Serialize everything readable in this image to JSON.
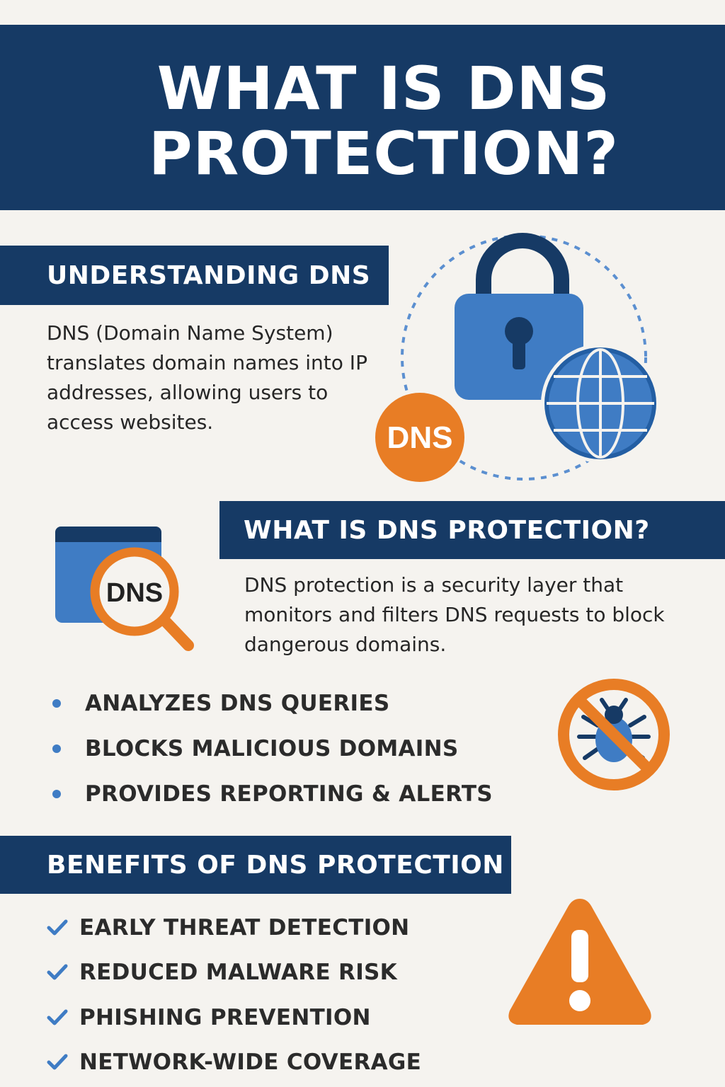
{
  "title": "WHAT IS DNS PROTECTION?",
  "section1": {
    "heading": "UNDERSTANDING DNS",
    "body": "DNS (Domain Name System) translates domain names into IP addresses, allowing users to access websites.",
    "badge": "DNS"
  },
  "section2": {
    "heading": "WHAT IS DNS PROTECTION?",
    "body": "DNS protection is a security layer that monitors and filters DNS requests to block dangerous domains.",
    "badge": "DNS"
  },
  "features": [
    "ANALYZES DNS QUERIES",
    "BLOCKS MALICIOUS DOMAINS",
    "PROVIDES REPORTING & ALERTS"
  ],
  "section3": {
    "heading": "BENEFITS OF DNS PROTECTION"
  },
  "benefits": [
    "EARLY THREAT DETECTION",
    "REDUCED MALWARE RISK",
    "PHISHING PREVENTION",
    "NETWORK-WIDE COVERAGE"
  ],
  "colors": {
    "navy": "#163a65",
    "blue": "#3f7cc4",
    "orange": "#e87d25",
    "background": "#f5f3ef"
  },
  "icons": [
    "padlock-icon",
    "globe-icon",
    "dns-badge-icon",
    "browser-window-icon",
    "magnifier-icon",
    "no-bug-icon",
    "warning-icon",
    "check-icon",
    "bullet-dot-icon"
  ]
}
